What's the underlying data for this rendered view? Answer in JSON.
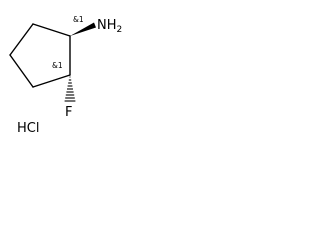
{
  "molecule": {
    "amine_label": "NH2",
    "amine_subscript": "2",
    "amine_main": "NH",
    "fluoro_label": "F",
    "stereo_label_1": "&1",
    "stereo_label_2": "&1",
    "salt_label": "HCl"
  }
}
